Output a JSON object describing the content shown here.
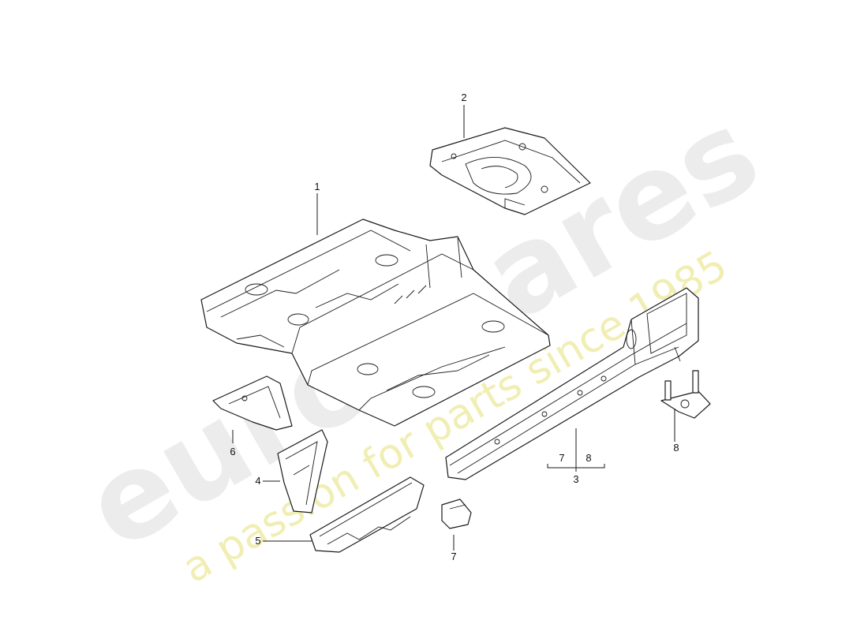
{
  "diagram": {
    "callouts": {
      "c1": "1",
      "c2": "2",
      "c3": "3",
      "c4": "4",
      "c5": "5",
      "c6": "6",
      "c7": "7",
      "c8": "8",
      "c7_group": "7",
      "c8_group": "8"
    }
  },
  "watermark": {
    "brand": "eurospares",
    "tagline": "a passion for parts since 1985",
    "brand_color": "#e6e6e6",
    "tagline_color": "#eeeaa0"
  }
}
